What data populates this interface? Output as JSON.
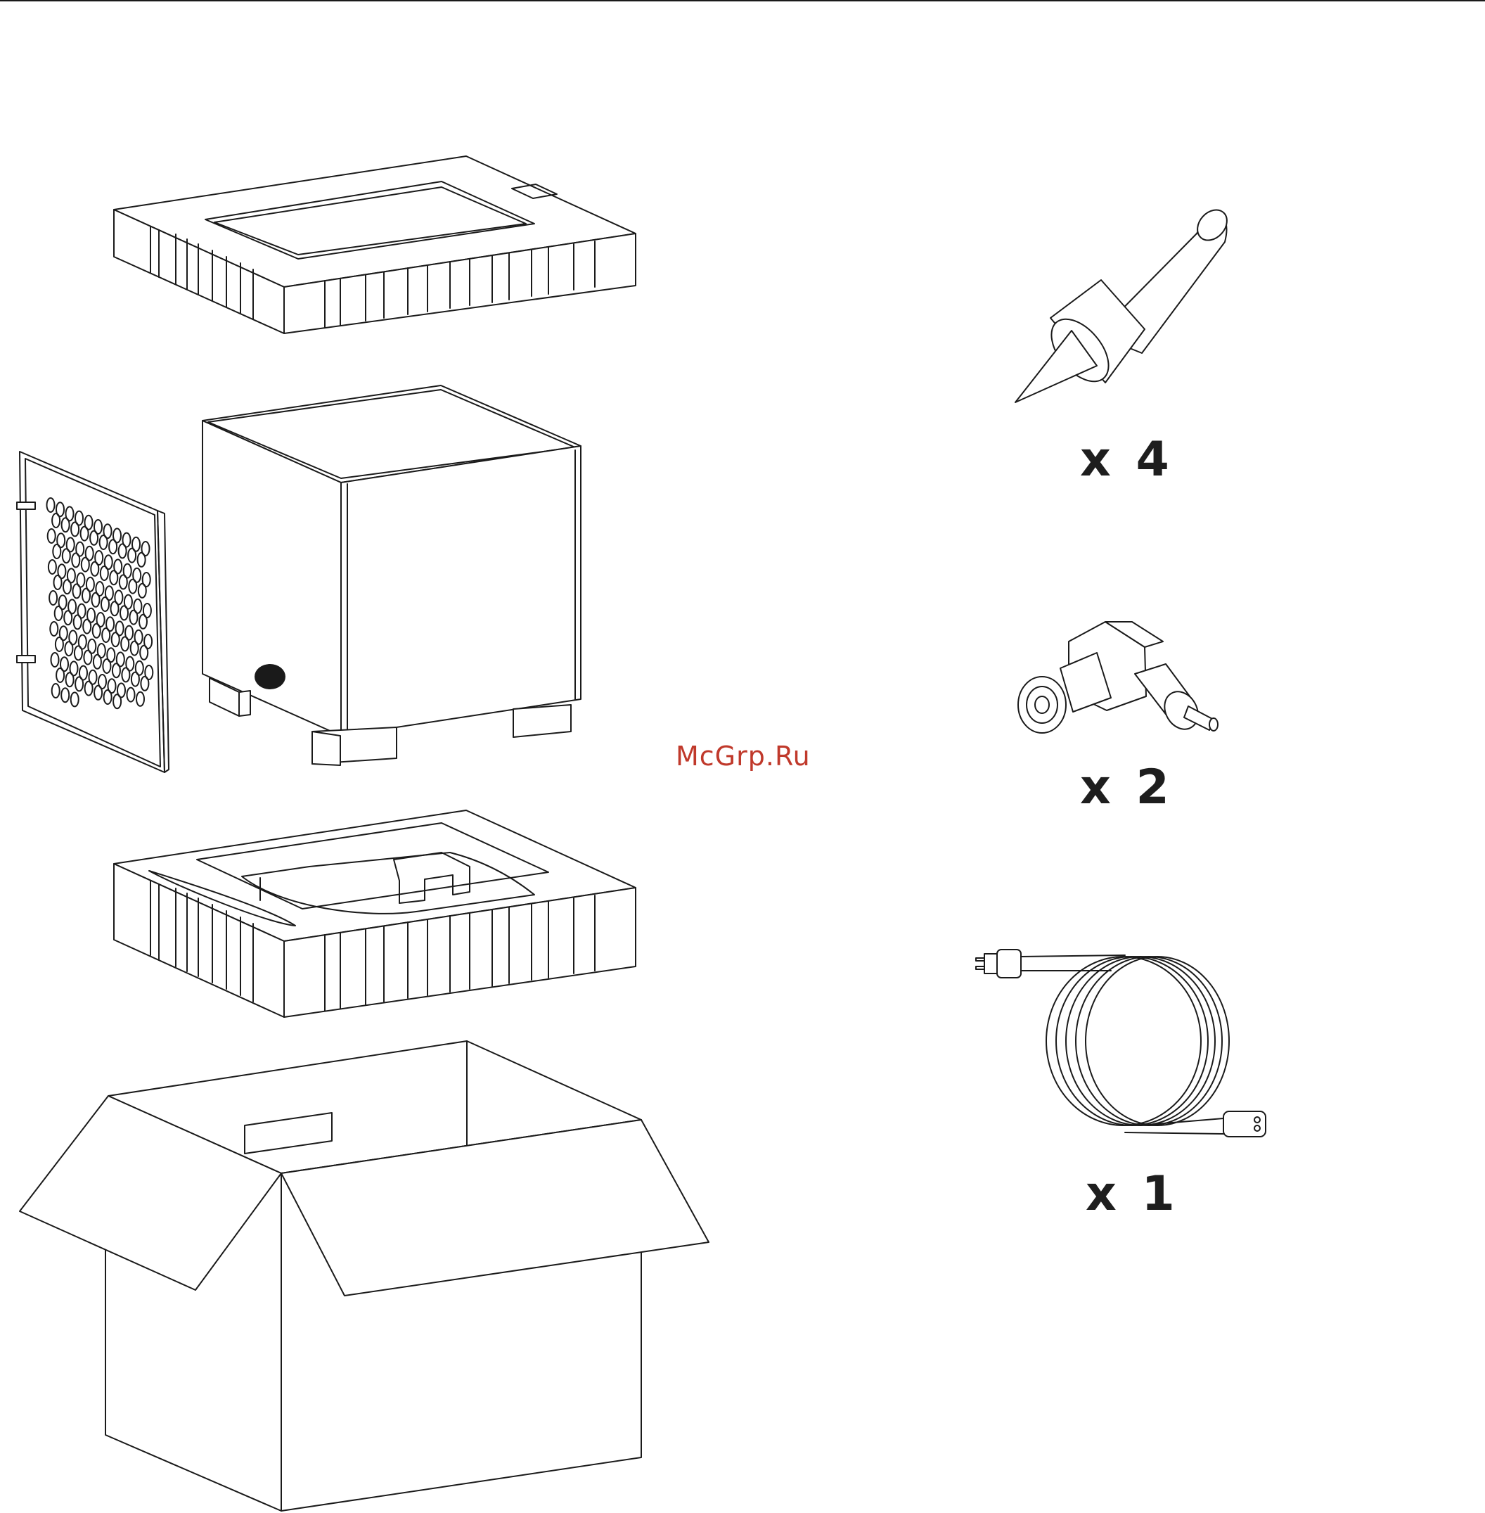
{
  "colors": {
    "line": "#1a1a1a",
    "label": "#1e1e1e",
    "watermark": "#c0392b"
  },
  "watermark": "McGrp.Ru",
  "parts": {
    "top_foam": {
      "icon": "top-foam-insert"
    },
    "subwoofer": {
      "icon": "subwoofer-cabinet"
    },
    "grille": {
      "icon": "speaker-grille"
    },
    "bottom_foam": {
      "icon": "bottom-foam-insert"
    },
    "box": {
      "icon": "cardboard-box"
    }
  },
  "accessories": [
    {
      "icon": "spike-foot",
      "quantity": "x 4"
    },
    {
      "icon": "rca-right-angle-adapter",
      "quantity": "x 2"
    },
    {
      "icon": "power-cord",
      "quantity": "x 1"
    }
  ]
}
